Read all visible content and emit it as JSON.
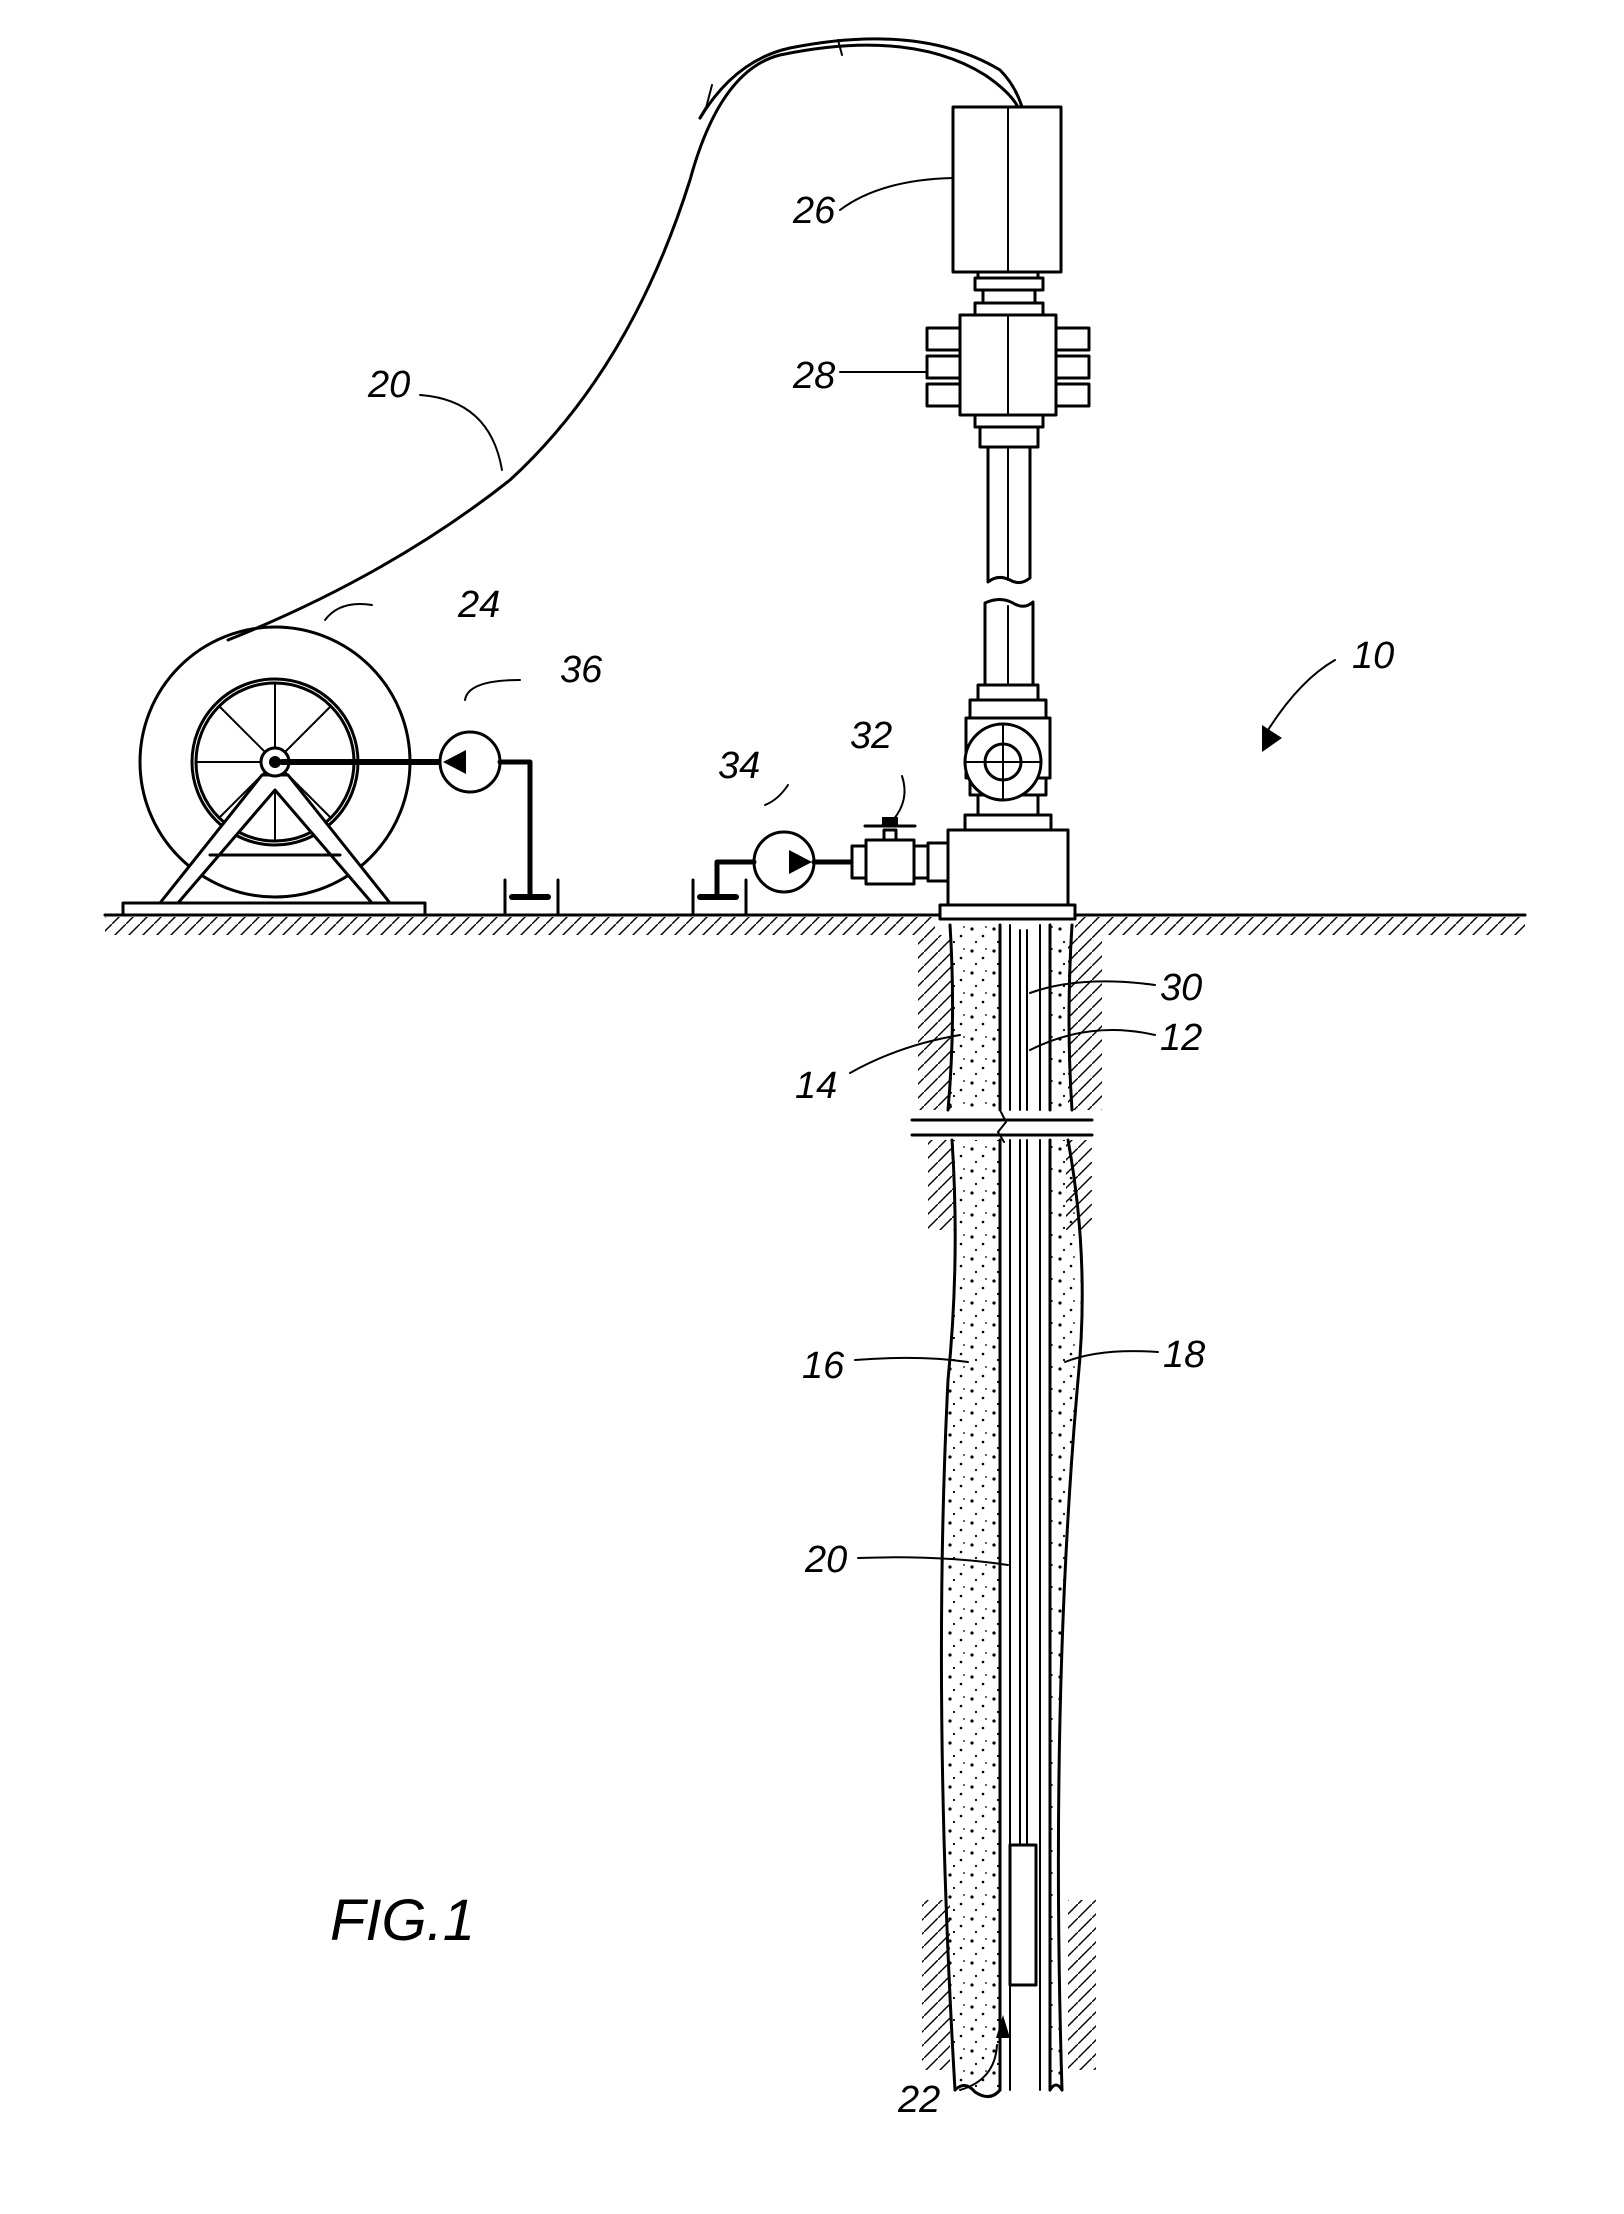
{
  "figure_label": "FIG.1",
  "labels": {
    "system": "10",
    "well_12": "12",
    "wellbore_14": "14",
    "casing_16": "16",
    "cement_18": "18",
    "cable_20_top": "20",
    "cable_20_bottom": "20",
    "tool_22": "22",
    "reel_24": "24",
    "injector_26": "26",
    "bop_28": "28",
    "wellhead_30": "30",
    "valve_32": "32",
    "pump_34": "34",
    "pump_36": "36"
  }
}
